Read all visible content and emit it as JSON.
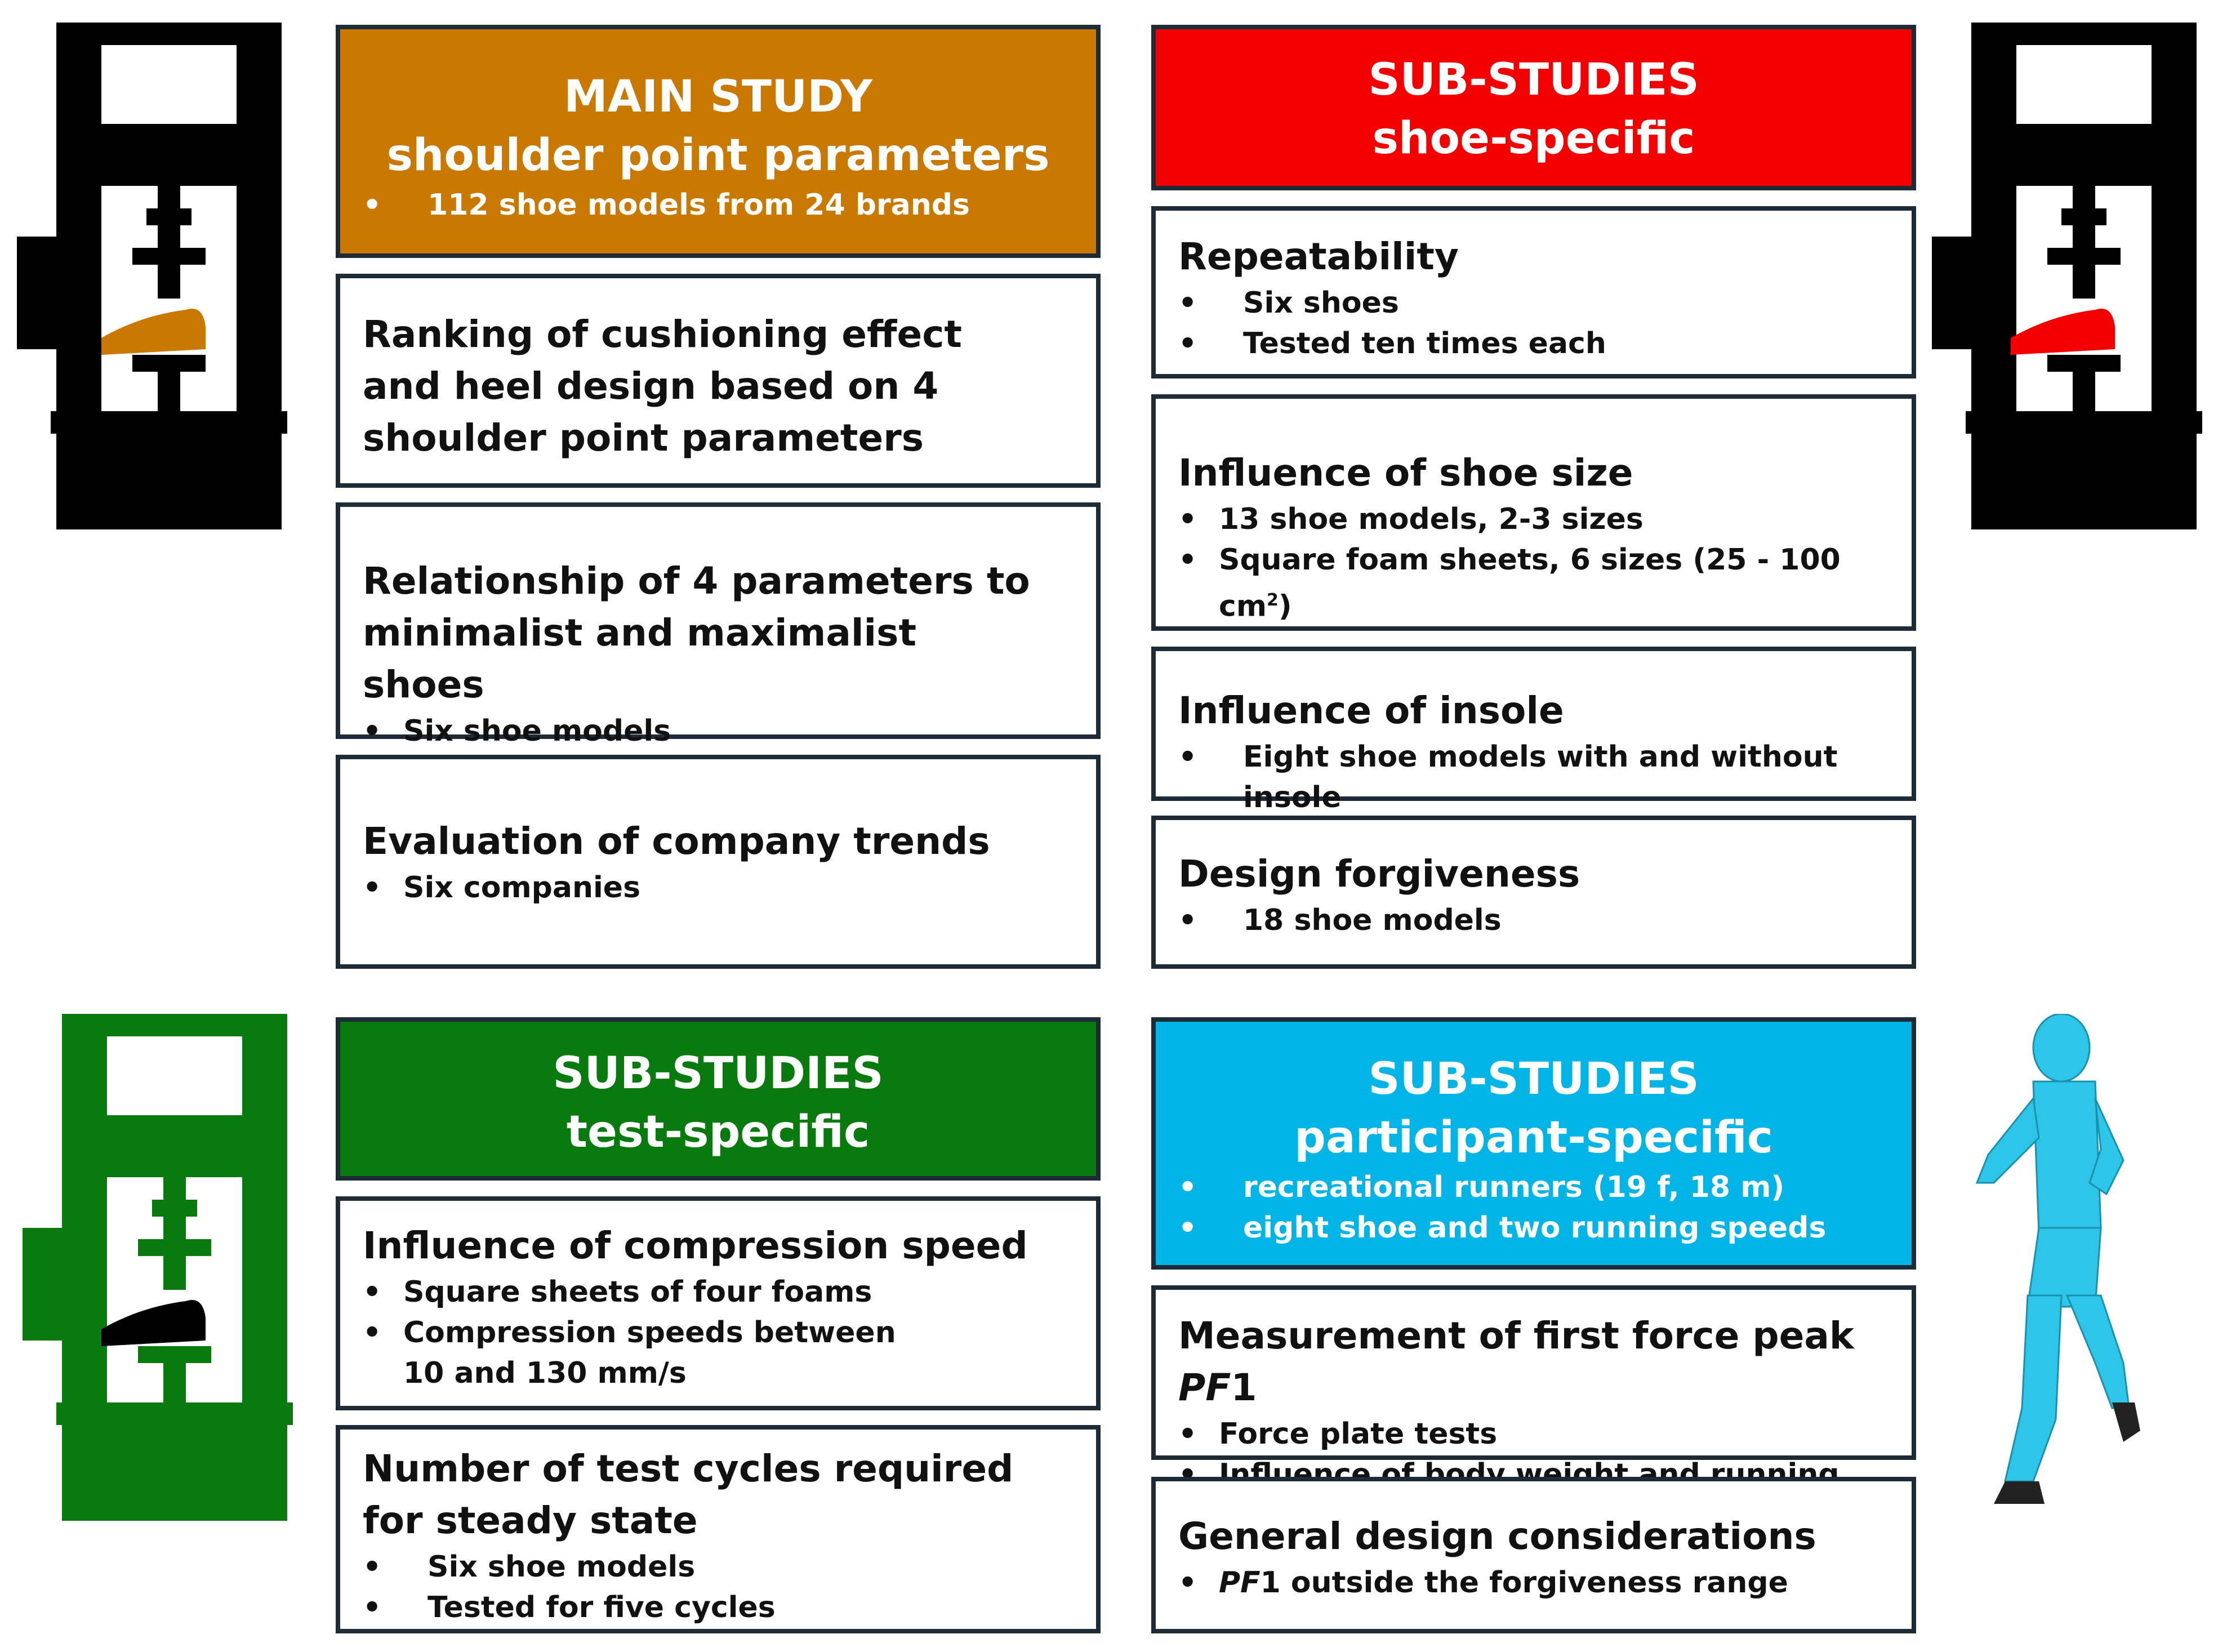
{
  "colors": {
    "main_study": "#C97800",
    "shoe_specific": "#F30000",
    "test_specific": "#097A0D",
    "participant_specific": "#00B5E6",
    "border": "#1C2B36"
  },
  "main_study": {
    "title_line1": "MAIN  STUDY",
    "title_line2": "shoulder point parameters",
    "bullet": "112 shoe models from 24 brands",
    "box1": {
      "title": "Ranking of cushioning effect and heel design based on 4 shoulder point parameters"
    },
    "box2": {
      "title": "Relationship of 4 parameters to minimalist and maximalist shoes",
      "bullets": [
        "Six shoe models"
      ]
    },
    "box3": {
      "title": "Evaluation of company trends",
      "bullets": [
        "Six companies"
      ]
    }
  },
  "shoe_specific": {
    "title_line1": "SUB-STUDIES",
    "title_line2": "shoe-specific",
    "box1": {
      "title": "Repeatability",
      "bullets": [
        "Six shoes",
        "Tested ten times each"
      ]
    },
    "box2": {
      "title": "Influence of shoe size",
      "bullets": [
        "13 shoe models, 2-3 sizes",
        "Square foam sheets, 6 sizes (25 - 100 cm",
        "2",
        ")"
      ]
    },
    "box3": {
      "title": "Influence of insole",
      "bullets": [
        "Eight shoe models with and without insole"
      ]
    },
    "box4": {
      "title": "Design forgiveness",
      "bullets": [
        "18 shoe models"
      ]
    }
  },
  "test_specific": {
    "title_line1": "SUB-STUDIES",
    "title_line2": "test-specific",
    "box1": {
      "title": "Influence of compression speed",
      "bullets": [
        "Square sheets of four foams",
        "Compression speeds between",
        "10 and 130 mm/s"
      ]
    },
    "box2": {
      "title": "Number of test cycles required for steady state",
      "bullets": [
        "Six shoe models",
        "Tested for five cycles"
      ]
    }
  },
  "participant_specific": {
    "title_line1": "SUB-STUDIES",
    "title_line2": "participant-specific",
    "bullets": [
      "recreational runners (19 f, 18 m)",
      "eight shoe and two running speeds"
    ],
    "box1": {
      "title_prefix": "Measurement of first force peak ",
      "title_italic": "PF",
      "title_suffix": "1",
      "bullets": [
        "Force plate tests",
        "Influence of body weight and running speed"
      ]
    },
    "box2": {
      "title": "General design considerations",
      "bullet_italic": "PF",
      "bullet_rest": "1 outside the forgiveness range"
    }
  }
}
